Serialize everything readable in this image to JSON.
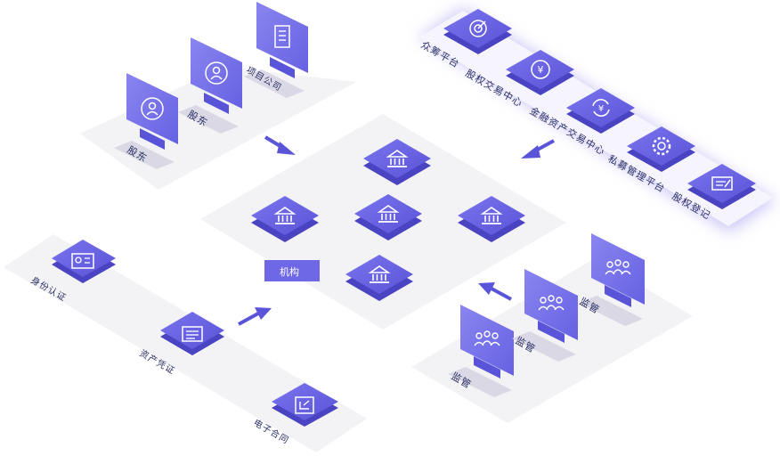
{
  "top_left_group": {
    "items": [
      {
        "label": "股东",
        "icon": "person-icon"
      },
      {
        "label": "股东",
        "icon": "person-icon"
      },
      {
        "label": "项目公司",
        "icon": "building-icon"
      }
    ]
  },
  "top_right_group": {
    "items": [
      {
        "label": "众筹平台",
        "icon": "target-icon"
      },
      {
        "label": "股权交易中心",
        "icon": "yen-exchange-icon"
      },
      {
        "label": "金融资产交易中心",
        "icon": "yen-cycle-icon"
      },
      {
        "label": "私募管理平台",
        "icon": "gear-icon"
      },
      {
        "label": "股权登记",
        "icon": "certificate-icon"
      }
    ]
  },
  "center_group": {
    "tag_label": "机构",
    "blocks": [
      {
        "icon": "bank-icon"
      },
      {
        "icon": "bank-icon"
      },
      {
        "icon": "bank-icon"
      },
      {
        "icon": "bank-icon"
      },
      {
        "icon": "bank-icon"
      }
    ]
  },
  "bottom_left_group": {
    "items": [
      {
        "label": "身份认证",
        "icon": "id-card-icon"
      },
      {
        "label": "资产凭证",
        "icon": "voucher-icon"
      },
      {
        "label": "电子合同",
        "icon": "contract-icon"
      }
    ]
  },
  "bottom_right_group": {
    "items": [
      {
        "label": "监管",
        "icon": "group-icon"
      },
      {
        "label": "监管",
        "icon": "group-icon"
      },
      {
        "label": "监管",
        "icon": "group-icon"
      }
    ]
  },
  "colors": {
    "accent": "#6e68e6",
    "accent_dark": "#4b44c2",
    "platform": "#f3f3f6",
    "label": "#2c2f66"
  }
}
